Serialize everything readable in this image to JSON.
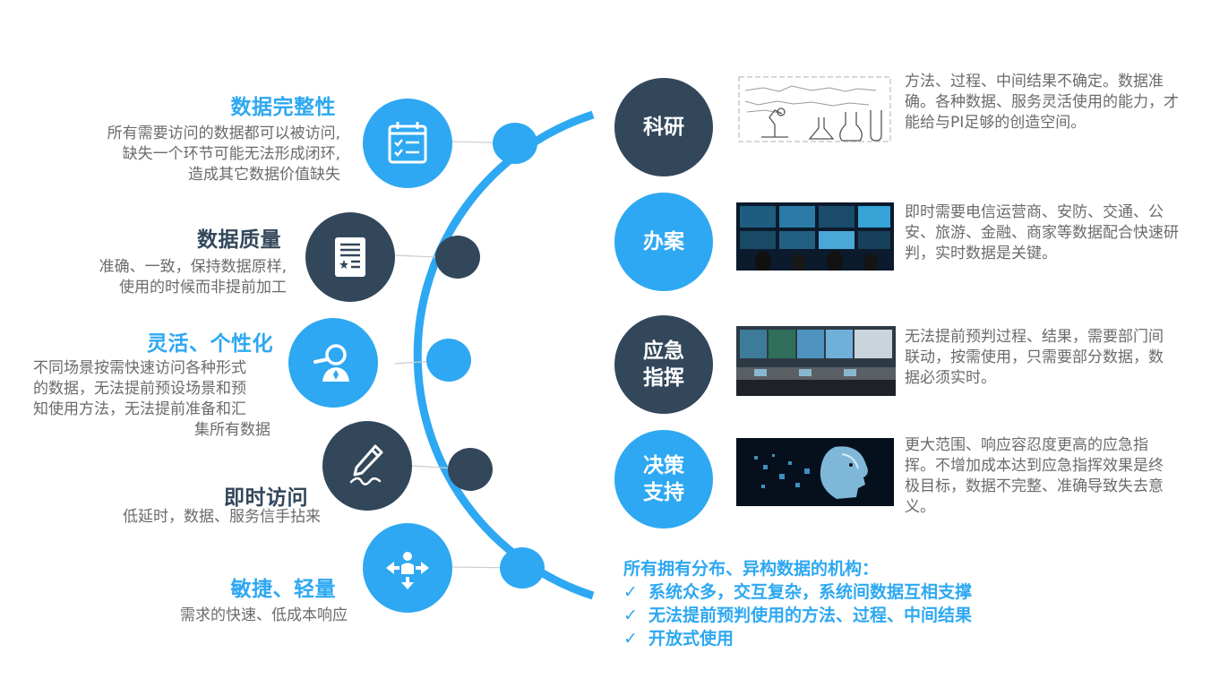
{
  "left_features": [
    {
      "title": "数据完整性",
      "lines": [
        "所有需要访问的数据都可以被访问,",
        "缺失一个环节可能无法形成闭环,",
        "造成其它数据价值缺失"
      ],
      "icon": "calendar-checklist-icon"
    },
    {
      "title": "数据质量",
      "lines": [
        "准确、一致，保持数据原样,",
        "使用的时候而非提前加工"
      ],
      "icon": "certificate-document-icon"
    },
    {
      "title": "灵活、个性化",
      "lines": [
        "不同场景按需快速访问各种形式",
        "的数据，无法提前预设场景和预",
        "知使用方法，无法提前准备和汇",
        "集所有数据"
      ],
      "icon": "user-search-icon"
    },
    {
      "title": "即时访问",
      "lines": [
        "低延时，数据、服务信手拈来"
      ],
      "icon": "pen-signature-icon"
    },
    {
      "title": "敏捷、轻量",
      "lines": [
        "需求的快速、低成本响应"
      ],
      "icon": "person-arrows-icon"
    }
  ],
  "right_scenarios": [
    {
      "label": "科研",
      "text": "方法、过程、中间结果不确定。数据准确。各种数据、服务灵活使用的能力，才能给与PI足够的创造空间。",
      "image": "research-lab-sketch"
    },
    {
      "label": "办案",
      "text": "即时需要电信运营商、安防、交通、公安、旅游、金融、商家等数据配合快速研判，实时数据是关键。",
      "image": "monitoring-wall-photo"
    },
    {
      "label": "应急\n指挥",
      "text": "无法提前预判过程、结果，需要部门间联动，按需使用，只需要部分数据，数据必须实时。",
      "image": "command-center-photo"
    },
    {
      "label": "决策\n支持",
      "text": "更大范围、响应容忍度更高的应急指挥。不增加成本达到应急指挥效果是终极目标，数据不完整、准确导致失去意义。",
      "image": "ai-head-graphic"
    }
  ],
  "summary": {
    "heading": "所有拥有分布、异构数据的机构：",
    "check_mark": "✓",
    "items": [
      "系统众多，交互复杂，系统间数据互相支撑",
      "无法提前预判使用的方法、过程、中间结果",
      "开放式使用"
    ]
  },
  "colors": {
    "blue": "#2ea8f2",
    "dark": "#33475b",
    "text_gray": "#6b6b6b"
  }
}
